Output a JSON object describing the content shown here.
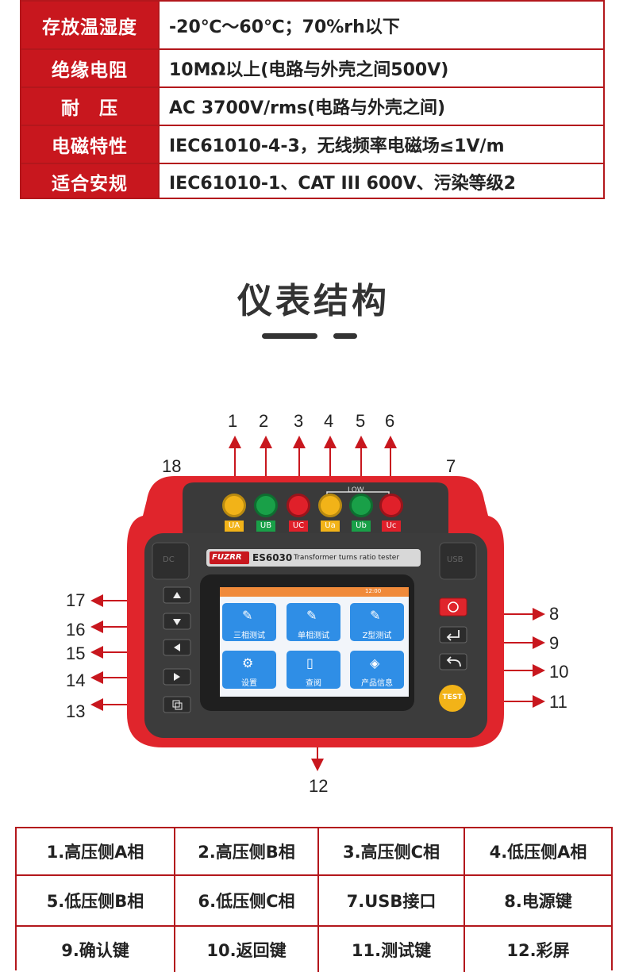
{
  "specs": [
    {
      "label": "存放温湿度",
      "value": "-20℃～60℃；70%rh以下"
    },
    {
      "label": "绝缘电阻",
      "value": "10MΩ以上(电路与外壳之间500V)"
    },
    {
      "label": "耐　压",
      "value": "AC 3700V/rms(电路与外壳之间)"
    },
    {
      "label": "电磁特性",
      "value": "IEC61010-4-3，无线频率电磁场≤1V/m"
    },
    {
      "label": "适合安规",
      "value": "IEC61010-1、CAT III 600V、污染等级2"
    }
  ],
  "section_title": "仪表结构",
  "callout_numbers": [
    "1",
    "2",
    "3",
    "4",
    "5",
    "6",
    "7",
    "8",
    "9",
    "10",
    "11",
    "12",
    "13",
    "14",
    "15",
    "16",
    "17",
    "18"
  ],
  "device": {
    "brand": "FUZRR",
    "model": "ES6030",
    "model_desc": "Transformer turns ratio tester",
    "port_left": "DC",
    "port_right": "USB",
    "low_label": "LOW",
    "terminals": [
      "UA",
      "UB",
      "UC",
      "Ua",
      "Ub",
      "Uc"
    ],
    "terminal_colors": [
      "#f2b318",
      "#19a048",
      "#e0202a",
      "#f2b318",
      "#19a048",
      "#e0202a"
    ],
    "screen_time": "12:00",
    "tiles": [
      "三相测试",
      "单相测试",
      "Z型测试",
      "设置",
      "查阅",
      "产品信息"
    ],
    "test_button": "TEST"
  },
  "parts": [
    [
      "1.高压侧A相",
      "2.高压侧B相",
      "3.高压侧C相",
      "4.低压侧A相"
    ],
    [
      "5.低压侧B相",
      "6.低压侧C相",
      "7.USB接口",
      "8.电源键"
    ],
    [
      "9.确认键",
      "10.返回键",
      "11.测试键",
      "12.彩屏"
    ]
  ],
  "colors": {
    "accent_red": "#c8171e",
    "table_border": "#b3171c",
    "device_red": "#e0252c",
    "device_dark": "#3a3a3a",
    "screen_blue": "#2f8ee6"
  }
}
